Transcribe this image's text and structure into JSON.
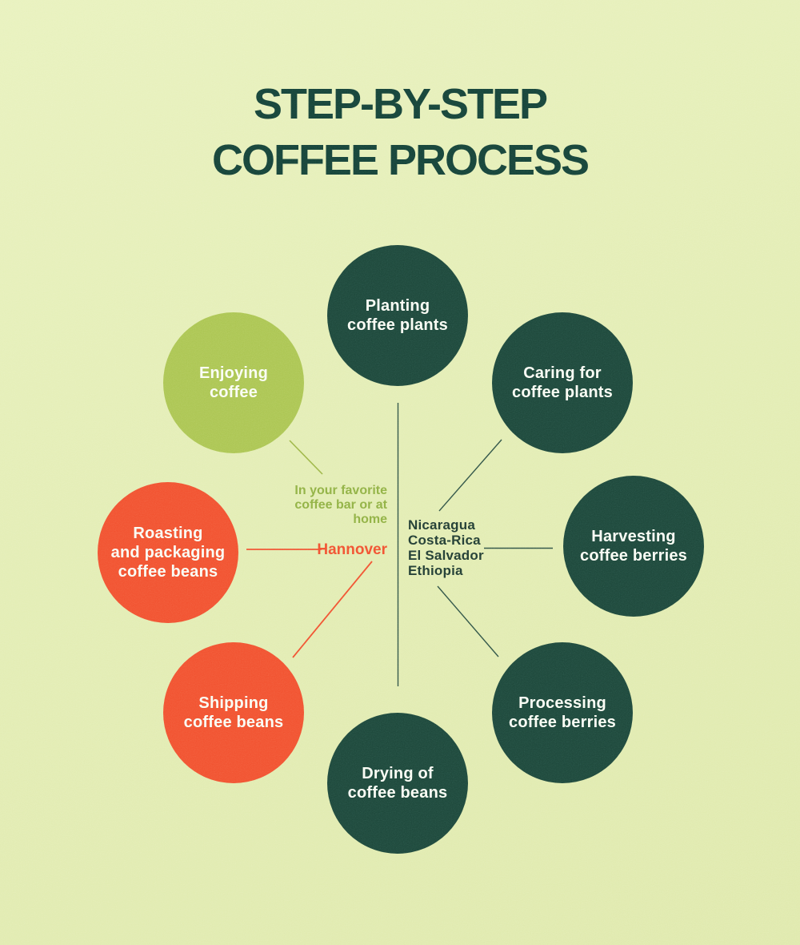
{
  "title": "STEP-BY-STEP\nCOFFEE PROCESS",
  "steps": [
    {
      "id": "planting",
      "label": "Planting\ncoffee plants",
      "color": "#1c4639"
    },
    {
      "id": "caring",
      "label": "Caring for\ncoffee plants",
      "color": "#1c4639"
    },
    {
      "id": "harvesting",
      "label": "Harvesting\ncoffee berries",
      "color": "#1c4639"
    },
    {
      "id": "processing",
      "label": "Processing\ncoffee berries",
      "color": "#1c4639"
    },
    {
      "id": "drying",
      "label": "Drying of\ncoffee beans",
      "color": "#1c4639"
    },
    {
      "id": "shipping",
      "label": "Shipping\ncoffee beans",
      "color": "#f1502e"
    },
    {
      "id": "roasting",
      "label": "Roasting\nand packaging\ncoffee beans",
      "color": "#f1502e"
    },
    {
      "id": "enjoying",
      "label": "Enjoying\ncoffee",
      "color": "#abc551"
    }
  ],
  "center": {
    "countries": "Nicaragua\nCosta-Rica\nEl Salvador\nEthiopia",
    "enjoy_note": "In your favorite\ncoffee bar or at\nhome",
    "roast_city": "Hannover"
  },
  "colors": {
    "background": "#e3edb4",
    "title_text": "#154136",
    "circle_dark_green": "#1c4639",
    "circle_orange": "#f1502e",
    "circle_light_green": "#abc551",
    "circle_text": "#fafdf4",
    "note_green_text": "#8fb041",
    "city_orange_text": "#f1502e",
    "countries_text": "#203b31",
    "line_dark": "#2e5244",
    "line_orange": "#f1502e",
    "line_green": "#9cb544"
  }
}
